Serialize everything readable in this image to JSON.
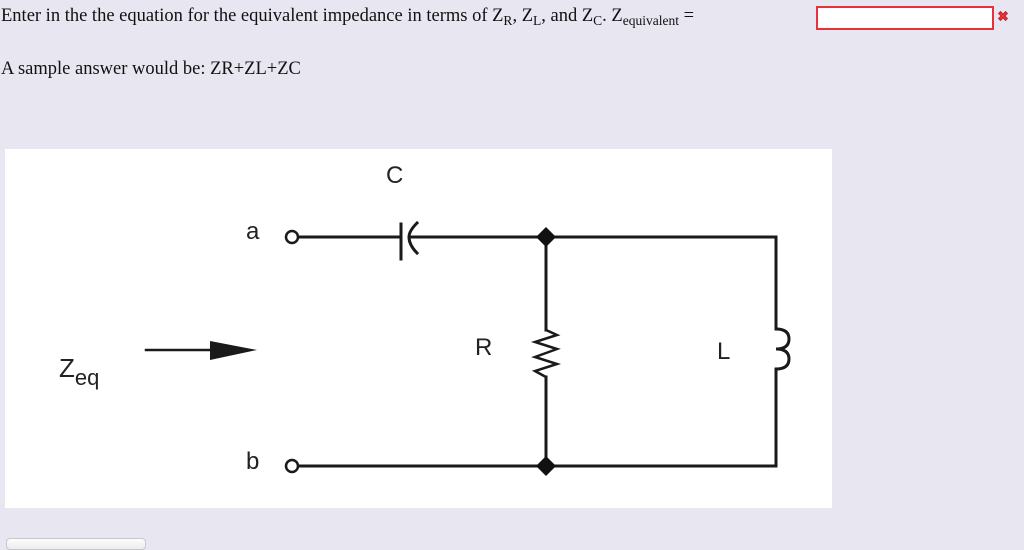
{
  "question": {
    "prefix": "Enter in the the equation for the equivalent impedance in terms of ",
    "z1": "Z",
    "z1_sub": "R",
    "sep1": ", ",
    "z2": "Z",
    "z2_sub": "L",
    "sep2": ", and ",
    "z3": "Z",
    "z3_sub": "C",
    "sep3": ". ",
    "zeq": "Z",
    "zeq_sub": "equivalent",
    "equals": " ="
  },
  "answer_input": {
    "value": "",
    "placeholder": "",
    "border_color": "#e8313a"
  },
  "status": {
    "icon": "red-x-icon",
    "state": "incorrect",
    "color": "#e8313a"
  },
  "sample": {
    "text": "A sample answer would be: ZR+ZL+ZC"
  },
  "diagram": {
    "labels": {
      "capacitor": "C",
      "terminal_a": "a",
      "terminal_b": "b",
      "resistor": "R",
      "inductor": "L",
      "zeq_main": "Z",
      "zeq_sub": "eq"
    },
    "components": [
      "capacitor-series",
      "resistor-parallel",
      "inductor-parallel"
    ]
  },
  "colors": {
    "background": "#e8e6f1",
    "panel": "#ffffff",
    "wire": "#1a1a1a",
    "error": "#e8313a"
  }
}
